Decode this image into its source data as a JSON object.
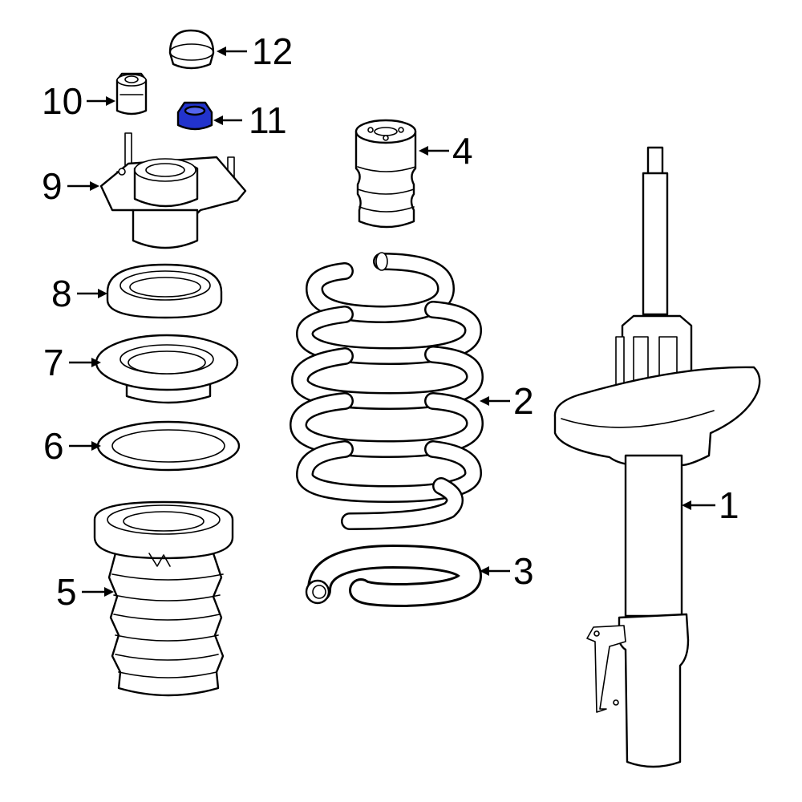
{
  "diagram": {
    "highlight_color": "#2233cc",
    "callouts": [
      {
        "id": "1",
        "label": "1"
      },
      {
        "id": "2",
        "label": "2"
      },
      {
        "id": "3",
        "label": "3"
      },
      {
        "id": "4",
        "label": "4"
      },
      {
        "id": "5",
        "label": "5"
      },
      {
        "id": "6",
        "label": "6"
      },
      {
        "id": "7",
        "label": "7"
      },
      {
        "id": "8",
        "label": "8"
      },
      {
        "id": "9",
        "label": "9"
      },
      {
        "id": "10",
        "label": "10"
      },
      {
        "id": "11",
        "label": "11"
      },
      {
        "id": "12",
        "label": "12"
      }
    ],
    "highlighted_part": "11"
  }
}
